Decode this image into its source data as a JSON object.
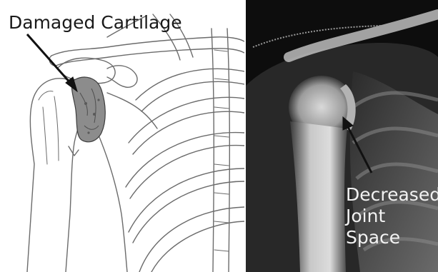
{
  "labels": {
    "damaged_cartilage": "Damaged Cartilage",
    "decreased_joint_space": {
      "line1": "Decreased",
      "line2": "Joint",
      "line3": "Space"
    }
  },
  "colors": {
    "illustration_background": "#ffffff",
    "xray_background": "#0d0d0d",
    "line_art": "#6b6b6b",
    "damaged_cartilage": "#8c8c8c",
    "annotation_arrow_left": "#111111",
    "annotation_arrow_right": "#111111",
    "xray_label_text": "#f2f2f2"
  }
}
